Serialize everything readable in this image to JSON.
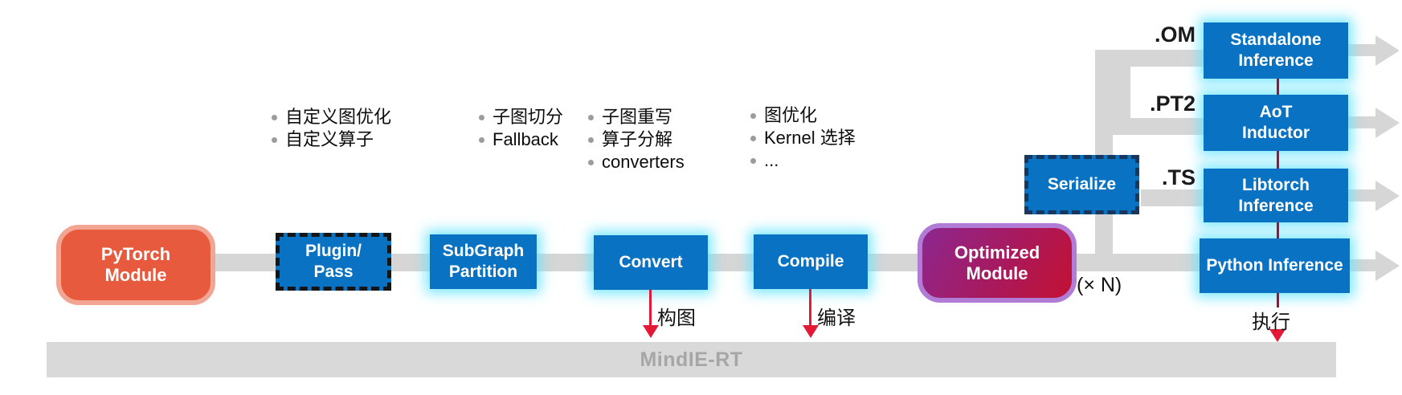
{
  "colors": {
    "node_blue": "#0a72c2",
    "glow_cyan": "#60e4ff",
    "connector_gray": "#d6d6d6",
    "platform_gray": "#d9d9d9",
    "pytorch_fill": "#e85a3d",
    "pytorch_border": "#f2a593",
    "optimized_purple": "#8c2790",
    "optimized_red": "#c31132",
    "optimized_border": "#b07cd6",
    "arrow_red": "#e41937",
    "link_dark_red": "#a01232",
    "dash_navy": "#17375e"
  },
  "nodes": {
    "pytorch": "PyTorch\nModule",
    "plugin": "Plugin/\nPass",
    "subgraph": "SubGraph\nPartition",
    "convert": "Convert",
    "compile": "Compile",
    "optimized": "Optimized\nModule",
    "serialize": "Serialize",
    "standalone": "Standalone\nInference",
    "aot": "AoT\nInductor",
    "libtorch": "Libtorch\nInference",
    "python": "Python Inference"
  },
  "bullet_lists": [
    {
      "items": [
        "自定义图优化",
        "自定义算子"
      ]
    },
    {
      "items": [
        "子图切分",
        "Fallback"
      ]
    },
    {
      "items": [
        "子图重写",
        "算子分解",
        "converters"
      ]
    },
    {
      "items": [
        "图优化",
        "Kernel 选择",
        "..."
      ]
    }
  ],
  "format_labels": {
    "om": ".OM",
    "pt2": ".PT2",
    "ts": ".TS"
  },
  "multiplier": "(× N)",
  "arrow_labels": {
    "convert": "构图",
    "compile": "编译",
    "execute": "执行"
  },
  "platform": {
    "label": "MindIE-RT"
  }
}
